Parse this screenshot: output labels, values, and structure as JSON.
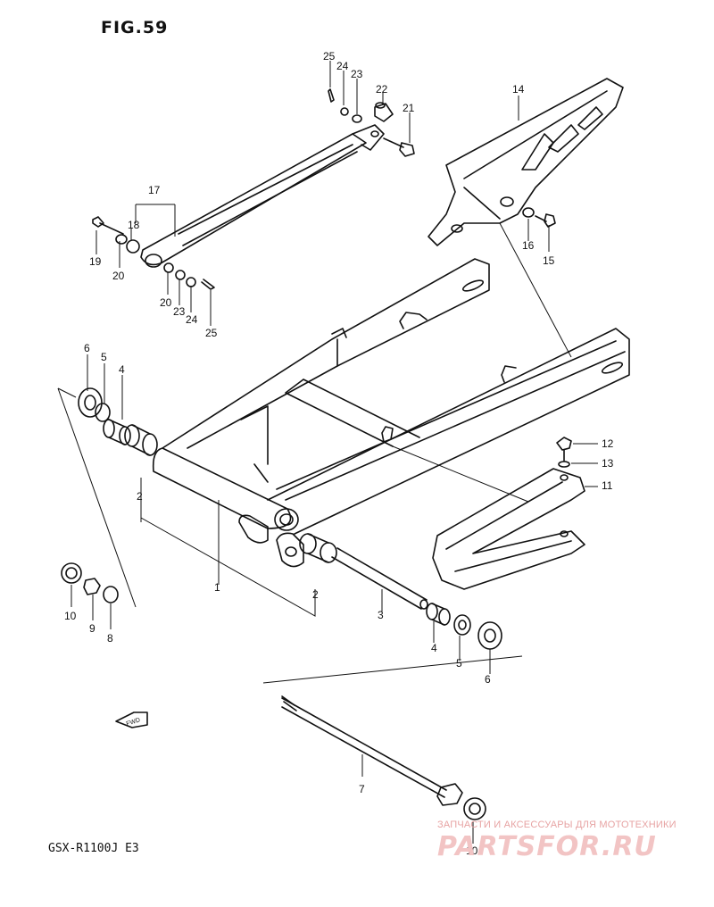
{
  "figure": {
    "title": "FIG.59",
    "model_code": "GSX-R1100J  E3"
  },
  "fwd_label": "FWD",
  "callouts": {
    "c1": "1",
    "c2a": "2",
    "c2b": "2",
    "c3": "3",
    "c4a": "4",
    "c4b": "4",
    "c5a": "5",
    "c5b": "5",
    "c6a": "6",
    "c6b": "6",
    "c7": "7",
    "c8": "8",
    "c9": "9",
    "c10a": "10",
    "c10b": "10",
    "c11": "11",
    "c12": "12",
    "c13": "13",
    "c14": "14",
    "c15": "15",
    "c16": "16",
    "c17": "17",
    "c18": "18",
    "c19": "19",
    "c20a": "20",
    "c20b": "20",
    "c21": "21",
    "c22": "22",
    "c23a": "23",
    "c23b": "23",
    "c24a": "24",
    "c24b": "24",
    "c25a": "25",
    "c25b": "25"
  },
  "watermark": {
    "tagline": "ЗАПЧАСТИ И АКСЕССУАРЫ ДЛЯ МОТОТЕХНИКИ",
    "logo": "PARTSFOR.RU",
    "color": "#e9a6a6"
  }
}
